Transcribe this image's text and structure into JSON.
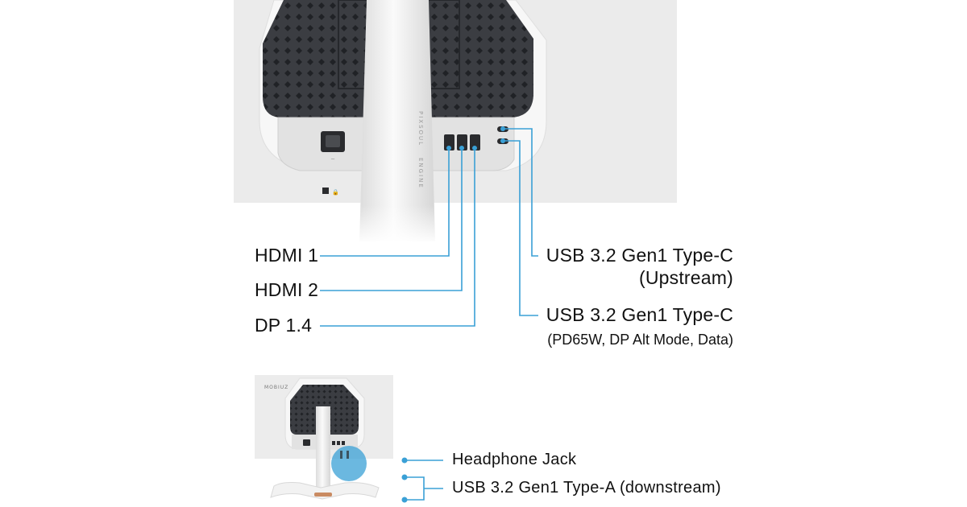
{
  "ports": {
    "hdmi1": "HDMI 1",
    "hdmi2": "HDMI 2",
    "dp": "DP 1.4",
    "usbc_upstream_title": "USB 3.2 Gen1 Type-C",
    "usbc_upstream_sub": "(Upstream)",
    "usbc_pd_title": "USB 3.2 Gen1 Type-C",
    "usbc_pd_sub": "(PD65W, DP Alt Mode, Data)"
  },
  "side_ports": {
    "headphone": "Headphone Jack",
    "usb_a": "USB 3.2 Gen1 Type-A (downstream)"
  },
  "product_marks": {
    "stand_text_1": "PIXSOUL",
    "stand_text_2": "ENGINE",
    "brand": "MOBIUZ"
  },
  "colors": {
    "accent": "#3aa0d6",
    "monitor_white": "#ebebeb",
    "grille_dark": "#3b3d42",
    "stand_white": "#f4f4f4",
    "copper": "#c98b62"
  }
}
